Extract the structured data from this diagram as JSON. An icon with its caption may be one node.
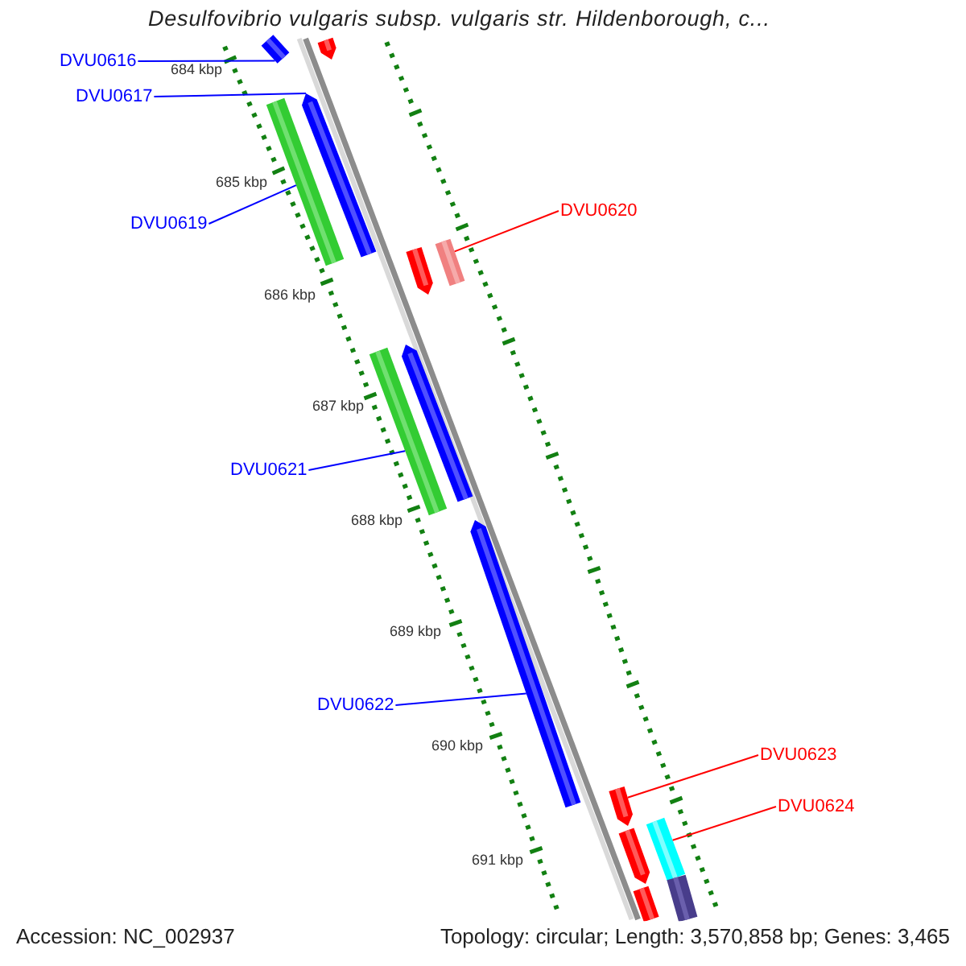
{
  "diagram": {
    "title": "Desulfovibrio vulgaris subsp. vulgaris str. Hildenborough, c...",
    "nodes": [
      {
        "text": [
          "DVU0616"
        ]
      },
      {
        "text": [],
        "shape": "bar"
      },
      {
        "text": [
          "DVU0617"
        ]
      },
      {
        "text": [],
        "shape": "bar"
      },
      {
        "text": [
          "DVU0619"
        ]
      },
      {
        "text": [],
        "shape": "bar"
      },
      {
        "text": [
          "DVU0620"
        ]
      },
      {
        "text": [],
        "shape": "bar"
      },
      {
        "text": [
          "DVU0621"
        ]
      },
      {
        "text": [],
        "shape": "bar"
      },
      {
        "text": [
          "DVU0622"
        ]
      },
      {
        "text": [],
        "shape": "bar"
      },
      {
        "text": [
          "DVU0623"
        ]
      },
      {
        "text": [],
        "shape": "bar"
      },
      {
        "text": [
          "DVU0624"
        ]
      },
      {
        "text": [],
        "shape": "bar"
      },
      {
        "text": [],
        "shape": "bar"
      },
      {
        "text": [],
        "shape": "bar"
      },
      {
        "text": [],
        "shape": "bar"
      },
      {
        "text": [],
        "shape": "bar"
      },
      {
        "text": [],
        "shape": "bar"
      },
      {
        "text": [],
        "shape": "bar"
      }
    ],
    "edges": [
      {
        "from": 0,
        "to": 1,
        "arrow": "none"
      },
      {
        "from": 2,
        "to": 3,
        "arrow": "none"
      },
      {
        "from": 4,
        "to": 5,
        "arrow": "none"
      },
      {
        "from": 6,
        "to": 7,
        "arrow": "none",
        "color": "#ff0000"
      },
      {
        "from": 8,
        "to": 9,
        "arrow": "none"
      },
      {
        "from": 10,
        "to": 11,
        "arrow": "none"
      },
      {
        "from": 12,
        "to": 13,
        "arrow": "none",
        "color": "#ff0000"
      },
      {
        "from": 14,
        "to": 15,
        "arrow": "none",
        "color": "#ff0000"
      }
    ],
    "labels": [
      "684 kbp",
      "685 kbp",
      "686 kbp",
      "687 kbp",
      "688 kbp",
      "689 kbp",
      "690 kbp",
      "691 kbp",
      "Accession: NC_002937",
      "Topology: circular; Length: 3,570,858 bp; Genes: 3,465"
    ]
  }
}
